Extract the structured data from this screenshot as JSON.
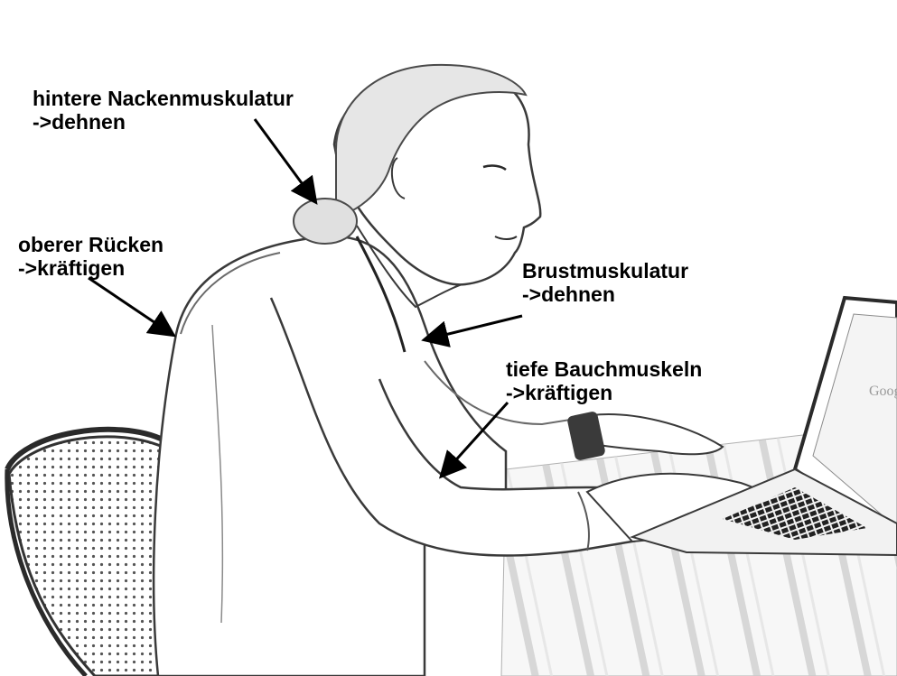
{
  "annotations": [
    {
      "id": "neck",
      "line1": "hintere Nackenmuskulatur",
      "line2": "->dehnen"
    },
    {
      "id": "back",
      "line1": "oberer Rücken",
      "line2": "->kräftigen"
    },
    {
      "id": "chest",
      "line1": "Brustmuskulatur",
      "line2": "->dehnen"
    },
    {
      "id": "abs",
      "line1": "tiefe Bauchmuskeln",
      "line2": "->kräftigen"
    }
  ],
  "laptop_screen_text": "Google",
  "colors": {
    "background": "#ffffff",
    "ink": "#000000",
    "sketch_line": "#3a3a3a",
    "shade": "#d8d8d8"
  }
}
